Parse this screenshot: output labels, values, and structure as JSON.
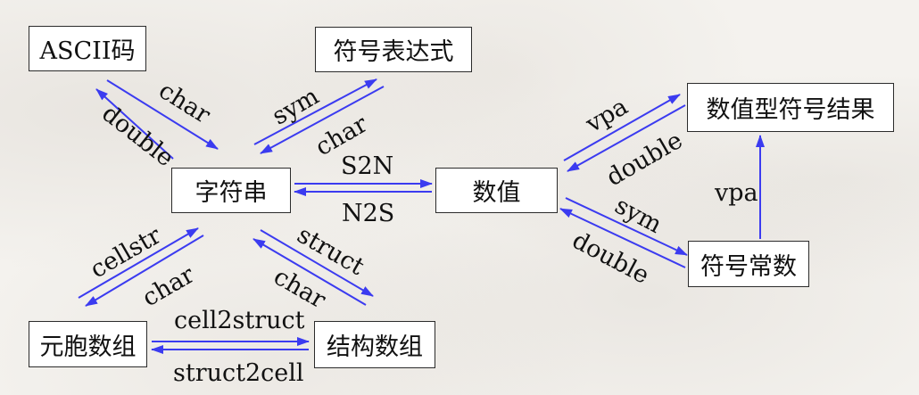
{
  "nodes": {
    "ascii": "ASCII码",
    "symexpr": "符号表达式",
    "string": "字符串",
    "numeric": "数值",
    "symresult": "数值型符号结果",
    "symconst": "符号常数",
    "cellarr": "元胞数组",
    "structarr": "结构数组"
  },
  "edges": {
    "str_to_ascii": "double",
    "ascii_to_str": "char",
    "str_to_symexpr": "sym",
    "symexpr_to_str": "char",
    "str_to_num": "S2N",
    "num_to_str": "N2S",
    "num_to_symresult": "vpa",
    "symresult_to_num": "double",
    "num_to_symconst": "sym",
    "symconst_to_num": "double",
    "symconst_to_symresult": "vpa",
    "cell_to_str": "char",
    "str_to_cell": "cellstr",
    "str_to_struct": "struct",
    "struct_to_str": "char",
    "cell_to_struct": "cell2struct",
    "struct_to_cell": "struct2cell"
  },
  "colors": {
    "arrow": "#3b3bf0",
    "box_border": "#2b2b2b",
    "text": "#111111"
  }
}
